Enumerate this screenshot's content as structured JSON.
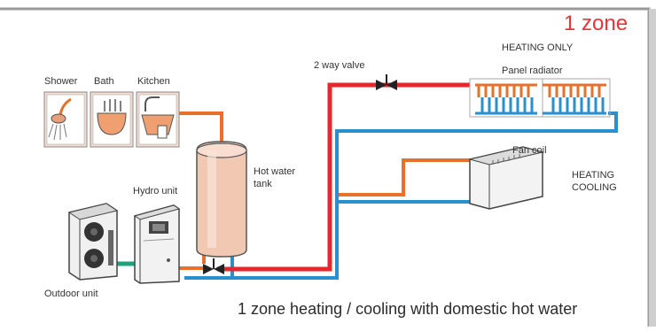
{
  "title": "1 zone",
  "caption": "1 zone heating / cooling with domestic hot water",
  "labels": {
    "heating_only": "HEATING ONLY",
    "panel_radiator": "Panel radiator",
    "two_way_valve": "2 way valve",
    "fan_coil": "Fan coil",
    "heating": "HEATING",
    "cooling": "COOLING",
    "hot_water": "Hot water",
    "tank": "tank",
    "hydro_unit": "Hydro unit",
    "outdoor_unit": "Outdoor unit",
    "shower": "Shower",
    "bath": "Bath",
    "kitchen": "Kitchen"
  },
  "colors": {
    "flow_hot": "#e8262d",
    "flow_return": "#2a8fcf",
    "dhw_pipe": "#e8702a",
    "refrigerant": "#20a37a",
    "title_red": "#e8343a",
    "frame": "#9a9a9a"
  },
  "icons": [
    "shower-icon",
    "bath-icon",
    "kitchen-sink-icon"
  ]
}
